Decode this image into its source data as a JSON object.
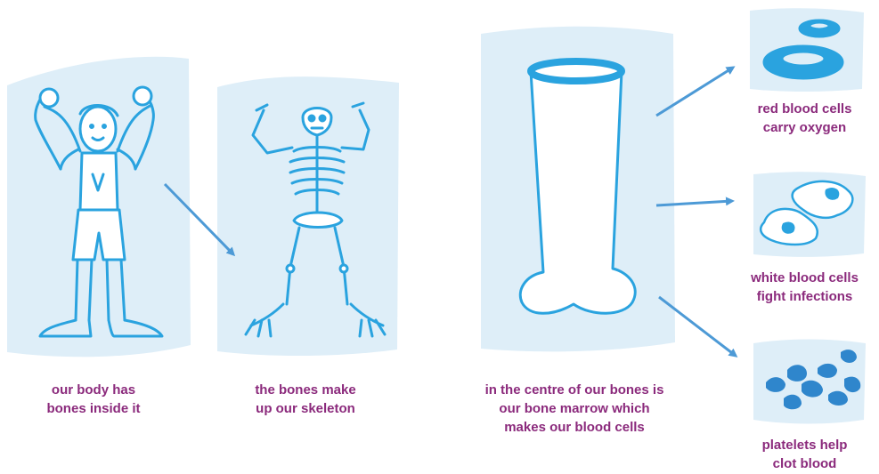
{
  "colors": {
    "panel": "#deeef8",
    "outline": "#2aa3df",
    "arrow": "#4d9ad6",
    "caption": "#8b2a7c",
    "platelet": "#2f86cc"
  },
  "icons": {
    "person": "flexing-person-icon",
    "skeleton": "skeleton-icon",
    "bone": "long-bone-icon",
    "red_cells": "red-blood-cell-icon",
    "white_cells": "white-blood-cell-icon",
    "platelets": "platelet-icon"
  },
  "captions": {
    "body": [
      "our body has",
      "bones inside it"
    ],
    "skeleton": [
      "the bones make",
      "up our skeleton"
    ],
    "marrow": [
      "in the centre of our bones is",
      "our bone marrow which",
      "makes our blood cells"
    ],
    "red": [
      "red blood cells",
      "carry oxygen"
    ],
    "white": [
      "white blood cells",
      "fight infections"
    ],
    "platelets": [
      "platelets help",
      "clot blood"
    ]
  }
}
